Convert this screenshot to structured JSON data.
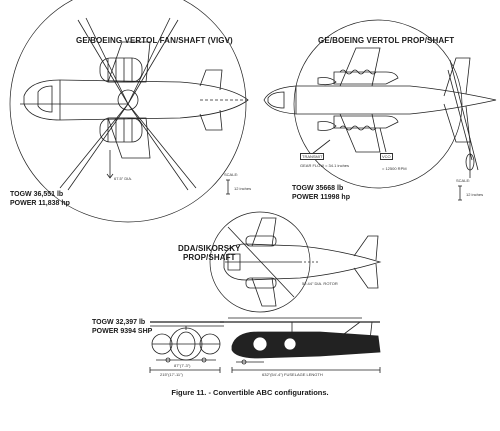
{
  "figure": {
    "caption": "Figure 11. - Convertible ABC configurations.",
    "configs": [
      {
        "title": "GE/BOEING VERTOL FAN/SHAFT (VIGV)",
        "togw": "TOGW 36,551 lb",
        "power": "POWER 11,838 hp",
        "scale_label": "SCALE:",
        "scale_value": "12 inches",
        "dim_label": "67.5\" DIA."
      },
      {
        "title": "GE/BOEING VERTOL PROP/SHAFT",
        "togw": "TOGW 35668 lb",
        "power": "POWER 11998 hp",
        "scale_label": "SCALE:",
        "scale_value": "12 inches",
        "callout_left": "TRANSMIT",
        "callout_right": "VCO",
        "note_a": "GEAR FLOW = 34.1 inches",
        "note_b": "= 12500 RPM"
      },
      {
        "title_line1": "DDA/SIKORSKY",
        "title_line2": "PROP/SHAFT",
        "togw": "TOGW 32,397 lb",
        "power": "POWER 9394 SHP",
        "dim_dia": "52.44\" DIA. ROTOR",
        "dim_width": "215\"(17'-11\")",
        "dim_span": "87\"(7'-3\")",
        "dim_length": "632\"(54'-4\") FUSELAGE LENGTH"
      }
    ]
  }
}
